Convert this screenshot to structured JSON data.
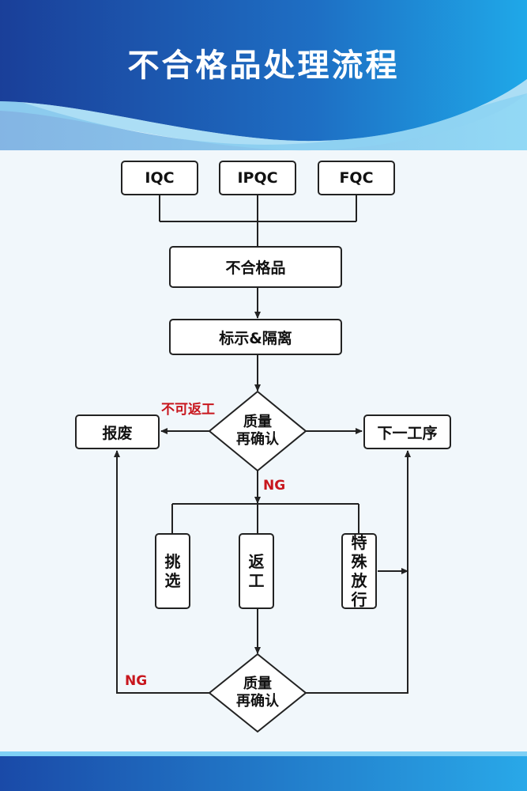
{
  "title": "不合格品处理流程",
  "sources": [
    "IQC",
    "IPQC",
    "FQC"
  ],
  "nonconforming": "不合格品",
  "mark_isolate": "标示&隔离",
  "decision1": {
    "line1": "质量",
    "line2": "再确认"
  },
  "scrap": "报废",
  "no_rework": "不可返工",
  "next_process": "下一工序",
  "ng1": "NG",
  "options": {
    "sort": [
      "挑",
      "选"
    ],
    "rework": [
      "返",
      "工"
    ],
    "concession": [
      "特",
      "殊",
      "放",
      "行"
    ]
  },
  "decision2": {
    "line1": "质量",
    "line2": "再确认"
  },
  "ng2": "NG",
  "colors": {
    "header_dark": "#1a3f99",
    "header_light": "#3fb0e8",
    "line": "#222222",
    "red": "#c8161d",
    "background": "#f1f7fb"
  }
}
